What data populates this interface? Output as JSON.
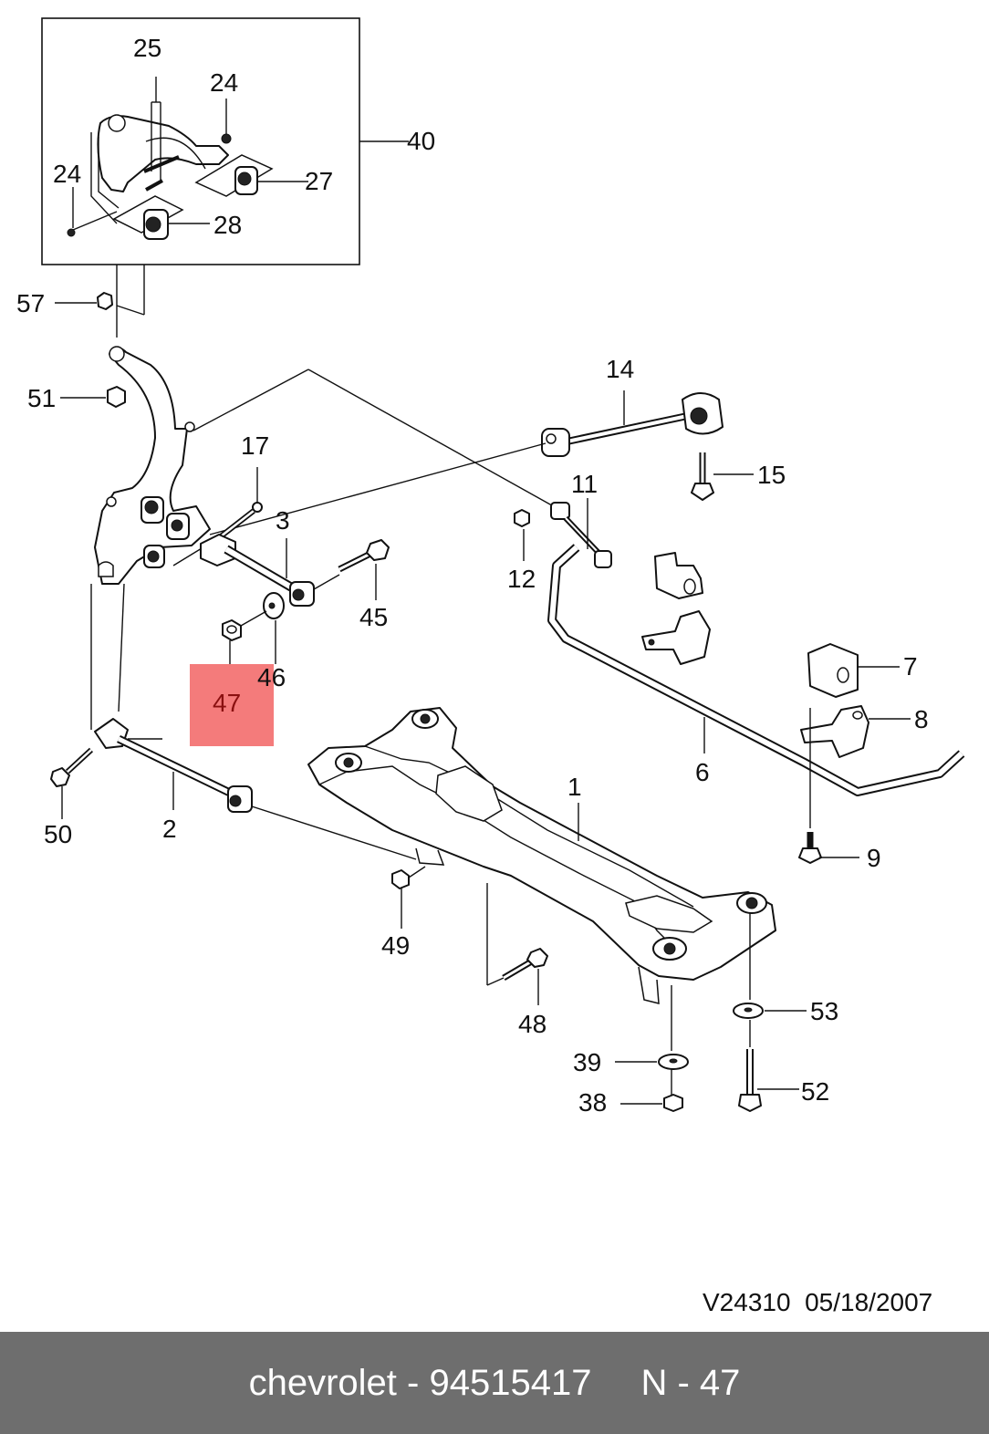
{
  "diagram": {
    "callouts": {
      "c1": "1",
      "c2": "2",
      "c3": "3",
      "c6": "6",
      "c7": "7",
      "c8": "8",
      "c9": "9",
      "c11": "11",
      "c12": "12",
      "c14": "14",
      "c15": "15",
      "c17": "17",
      "c24a": "24",
      "c24b": "24",
      "c25": "25",
      "c27": "27",
      "c28": "28",
      "c38": "38",
      "c39": "39",
      "c40": "40",
      "c45": "45",
      "c46": "46",
      "c48": "48",
      "c49": "49",
      "c50": "50",
      "c51": "51",
      "c52": "52",
      "c53": "53",
      "c57": "57"
    },
    "highlight": {
      "label": "47",
      "color": "#f47b7b"
    },
    "drawing_code": "V24310",
    "date": "05/18/2007"
  },
  "footer": {
    "brand": "chevrolet",
    "separator": "-",
    "part_number": "94515417",
    "ref_prefix": "N",
    "ref_separator": "-",
    "ref_number": "47",
    "background": "#6e6e6e"
  }
}
